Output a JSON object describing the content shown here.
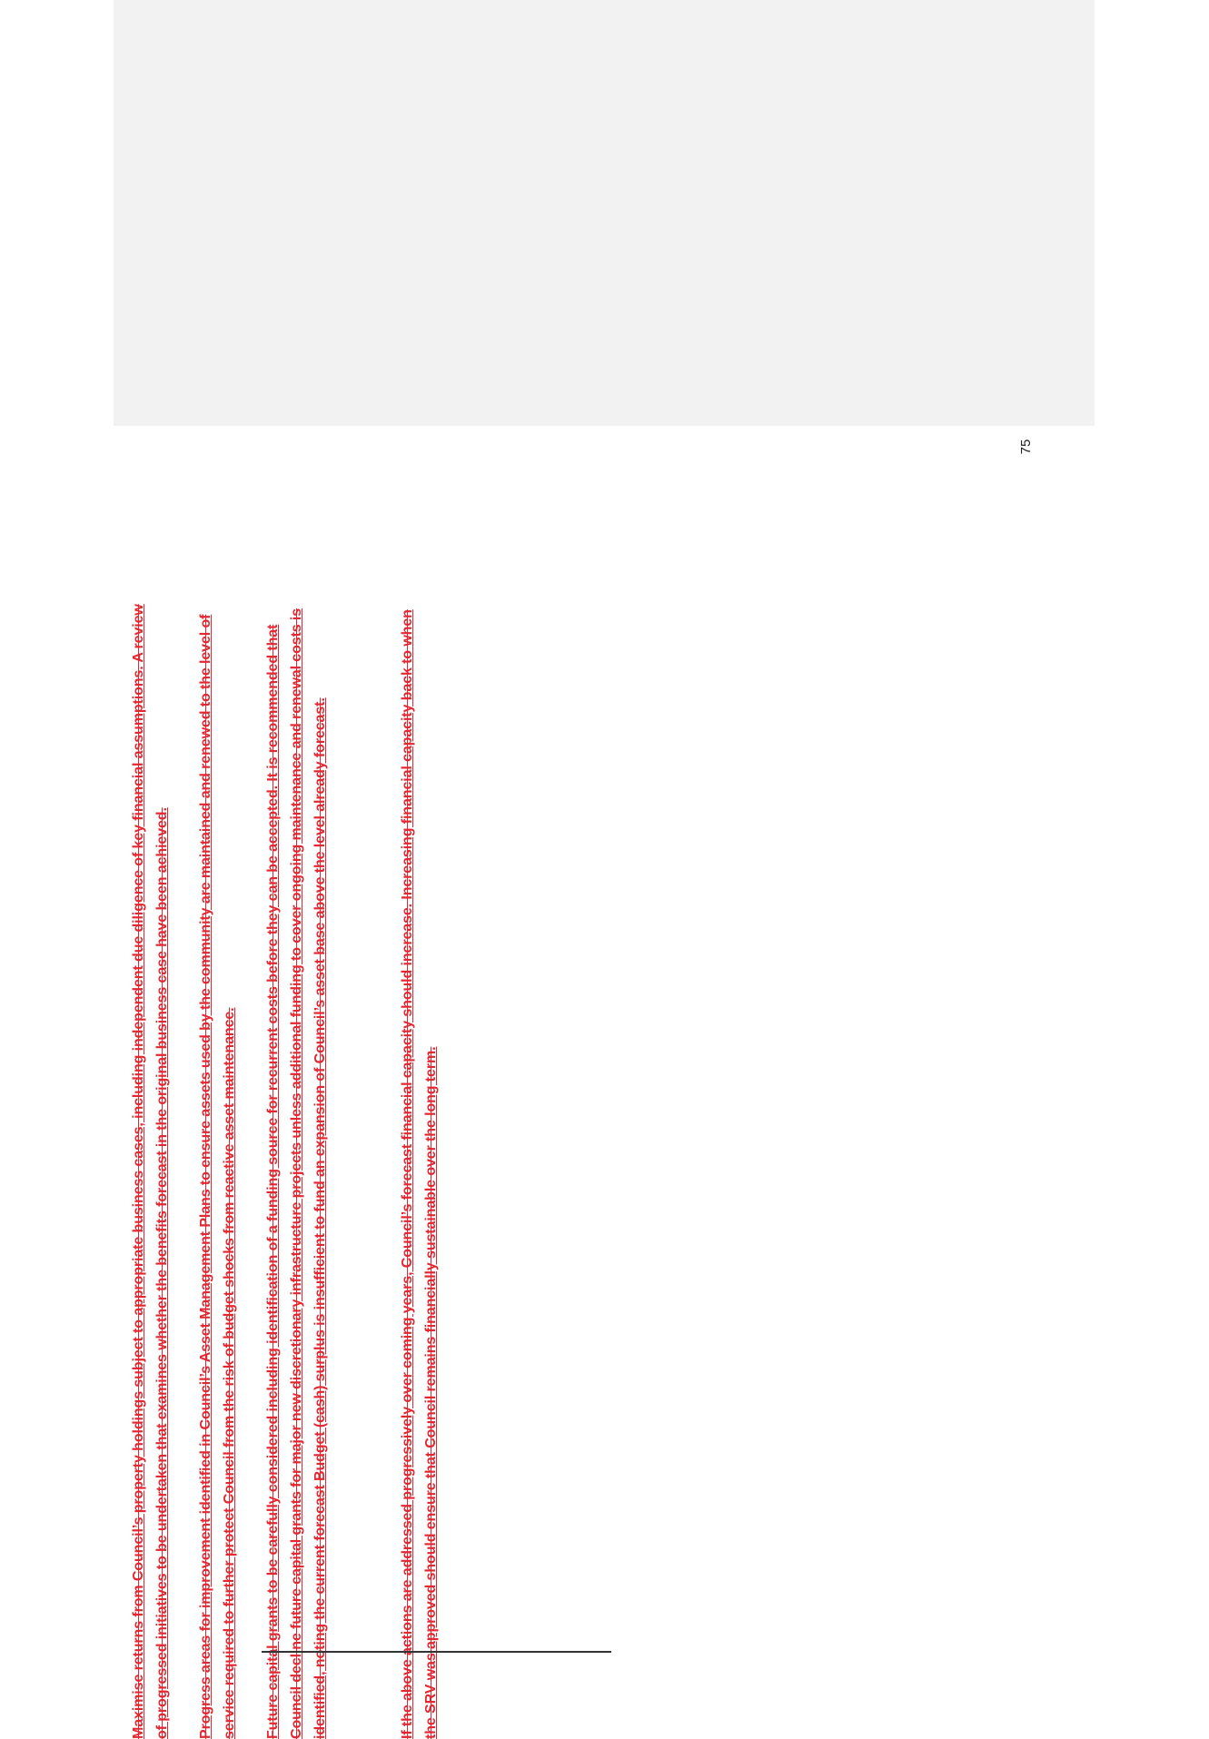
{
  "page_number": "75",
  "paragraphs": [
    "Maximise returns from Council’s property holdings subject to appropriate business cases, including independent due diligence of key financial assumptions. A review of progressed initiatives to be undertaken that examines whether the benefits forecast in the original business case have been achieved.",
    "Progress areas for improvement identified in Council’s Asset Management Plans to ensure assets used by the community are maintained and renewed to the level of service required to further protect Council from the risk of budget shocks from reactive asset maintenance.",
    "Future capital grants to be carefully considered including identification of a funding source for recurrent costs before they can be accepted. It is recommended that Council decline future capital grants for major new discretionary infrastructure projects unless additional funding to cover ongoing maintenance and renewal costs is identified, noting the current forecast Budget (cash) surplus is insufficient to fund an expansion of Council’s asset base above the level already forecast.",
    "If the above actions are addressed progressively over coming years, Council’s forecast financial capacity should increase. Increasing financial capacity back to when the SRV was approved should ensure that Council remains financially sustainable over the long term."
  ],
  "colors": {
    "text_accent": "#e3262f",
    "panel": "#f2f2f2"
  }
}
